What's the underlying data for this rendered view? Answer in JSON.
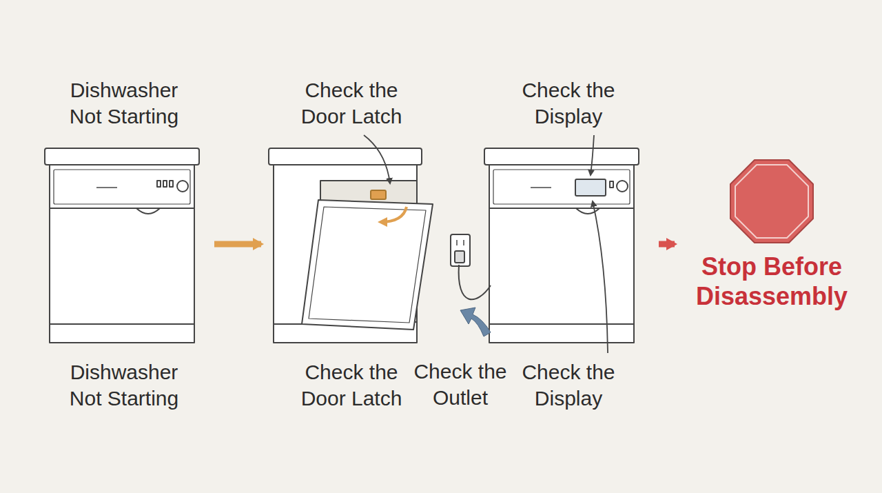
{
  "diagram": {
    "nodes": [
      {
        "text": [
          "Dishwasher Not Starting",
          "Dishwasher Not Starting"
        ]
      },
      {
        "text": [
          "Check the Door Latch",
          "Check the Door Latch"
        ]
      },
      {
        "text": [
          "Check the Outlet"
        ]
      },
      {
        "text": [
          "Check the Display",
          "Check the Display"
        ]
      },
      {
        "text": [
          "Stop Before Disassembly"
        ]
      }
    ],
    "edges": [
      {
        "from": 0,
        "to": 1,
        "arrow": "to"
      },
      {
        "from": 2,
        "to": 3,
        "arrow": "none"
      },
      {
        "from": 3,
        "to": 4,
        "arrow": "to"
      }
    ]
  }
}
